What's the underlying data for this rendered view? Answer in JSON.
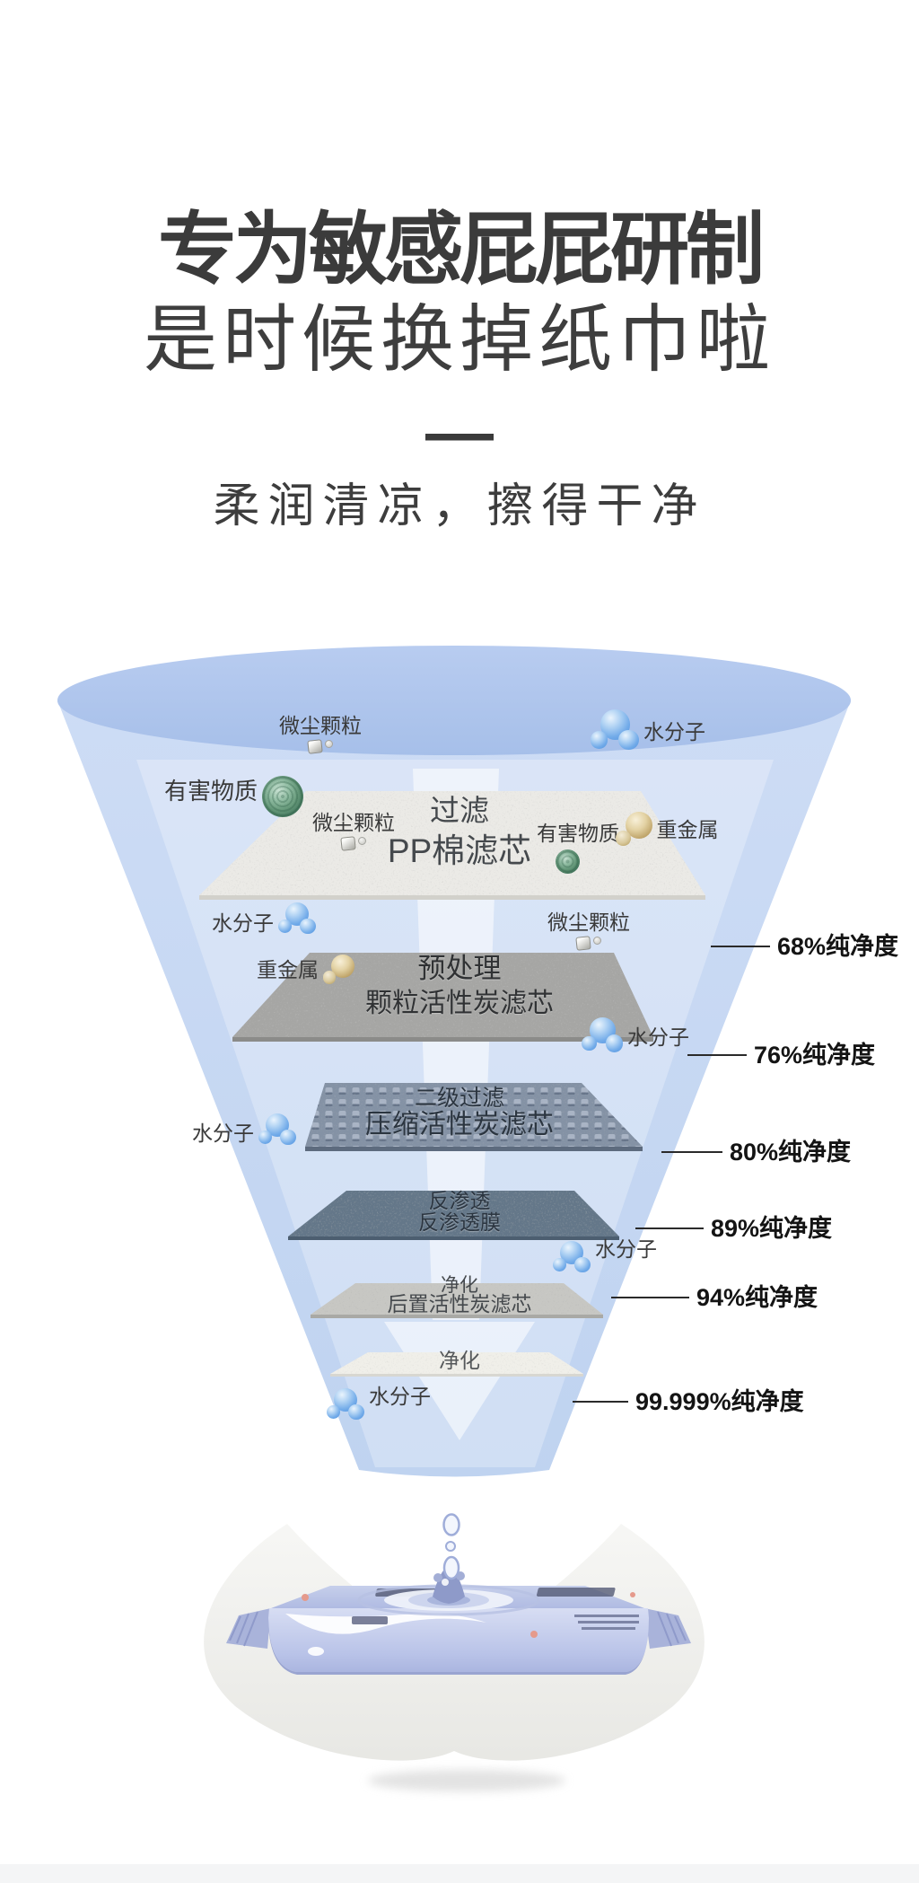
{
  "header": {
    "title": "专为敏感屁屁研制",
    "subtitle": "是时候换掉纸巾啦",
    "divider": "—",
    "tagline": "柔润清凉，擦得干净"
  },
  "funnel": {
    "layers": [
      {
        "stage": "过滤",
        "name": "PP棉滤芯"
      },
      {
        "stage": "预处理",
        "name": "颗粒活性炭滤芯"
      },
      {
        "stage": "二级过滤",
        "name": "压缩活性炭滤芯"
      },
      {
        "stage": "反渗透",
        "name": "反渗透膜"
      },
      {
        "stage": "净化",
        "name": "后置活性炭滤芯"
      },
      {
        "stage": "净化",
        "name": ""
      }
    ],
    "purity": [
      {
        "label": "68%纯净度"
      },
      {
        "label": "76%纯净度"
      },
      {
        "label": "80%纯净度"
      },
      {
        "label": "89%纯净度"
      },
      {
        "label": "94%纯净度"
      },
      {
        "label": "99.999%纯净度"
      }
    ],
    "particles": [
      {
        "text": "微尘颗粒",
        "icon": "dust-particles-icon"
      },
      {
        "text": "水分子",
        "icon": "water-molecule-icon"
      },
      {
        "text": "有害物质",
        "icon": "harmful-substance-icon"
      },
      {
        "text": "微尘颗粒",
        "icon": "dust-particles-icon"
      },
      {
        "text": "有害物质",
        "icon": "harmful-substance-icon"
      },
      {
        "text": "重金属",
        "icon": "heavy-metal-icon"
      },
      {
        "text": "水分子",
        "icon": "water-molecule-icon"
      },
      {
        "text": "重金属",
        "icon": "heavy-metal-icon"
      },
      {
        "text": "微尘颗粒",
        "icon": "dust-particles-icon"
      },
      {
        "text": "水分子",
        "icon": "water-molecule-icon"
      },
      {
        "text": "水分子",
        "icon": "water-molecule-icon"
      },
      {
        "text": "水分子",
        "icon": "water-molecule-icon"
      },
      {
        "text": "水分子",
        "icon": "water-molecule-icon"
      }
    ]
  },
  "colors": {
    "funnel_wall": "#c4d6f1",
    "funnel_opening": "#adc5ec",
    "inner_highlight": "#e4ecfa",
    "title_text": "#3b3b3b",
    "leader_line": "#2a2a2a",
    "package": "#bac4e7",
    "footer_strip": "#f4f5f6"
  }
}
